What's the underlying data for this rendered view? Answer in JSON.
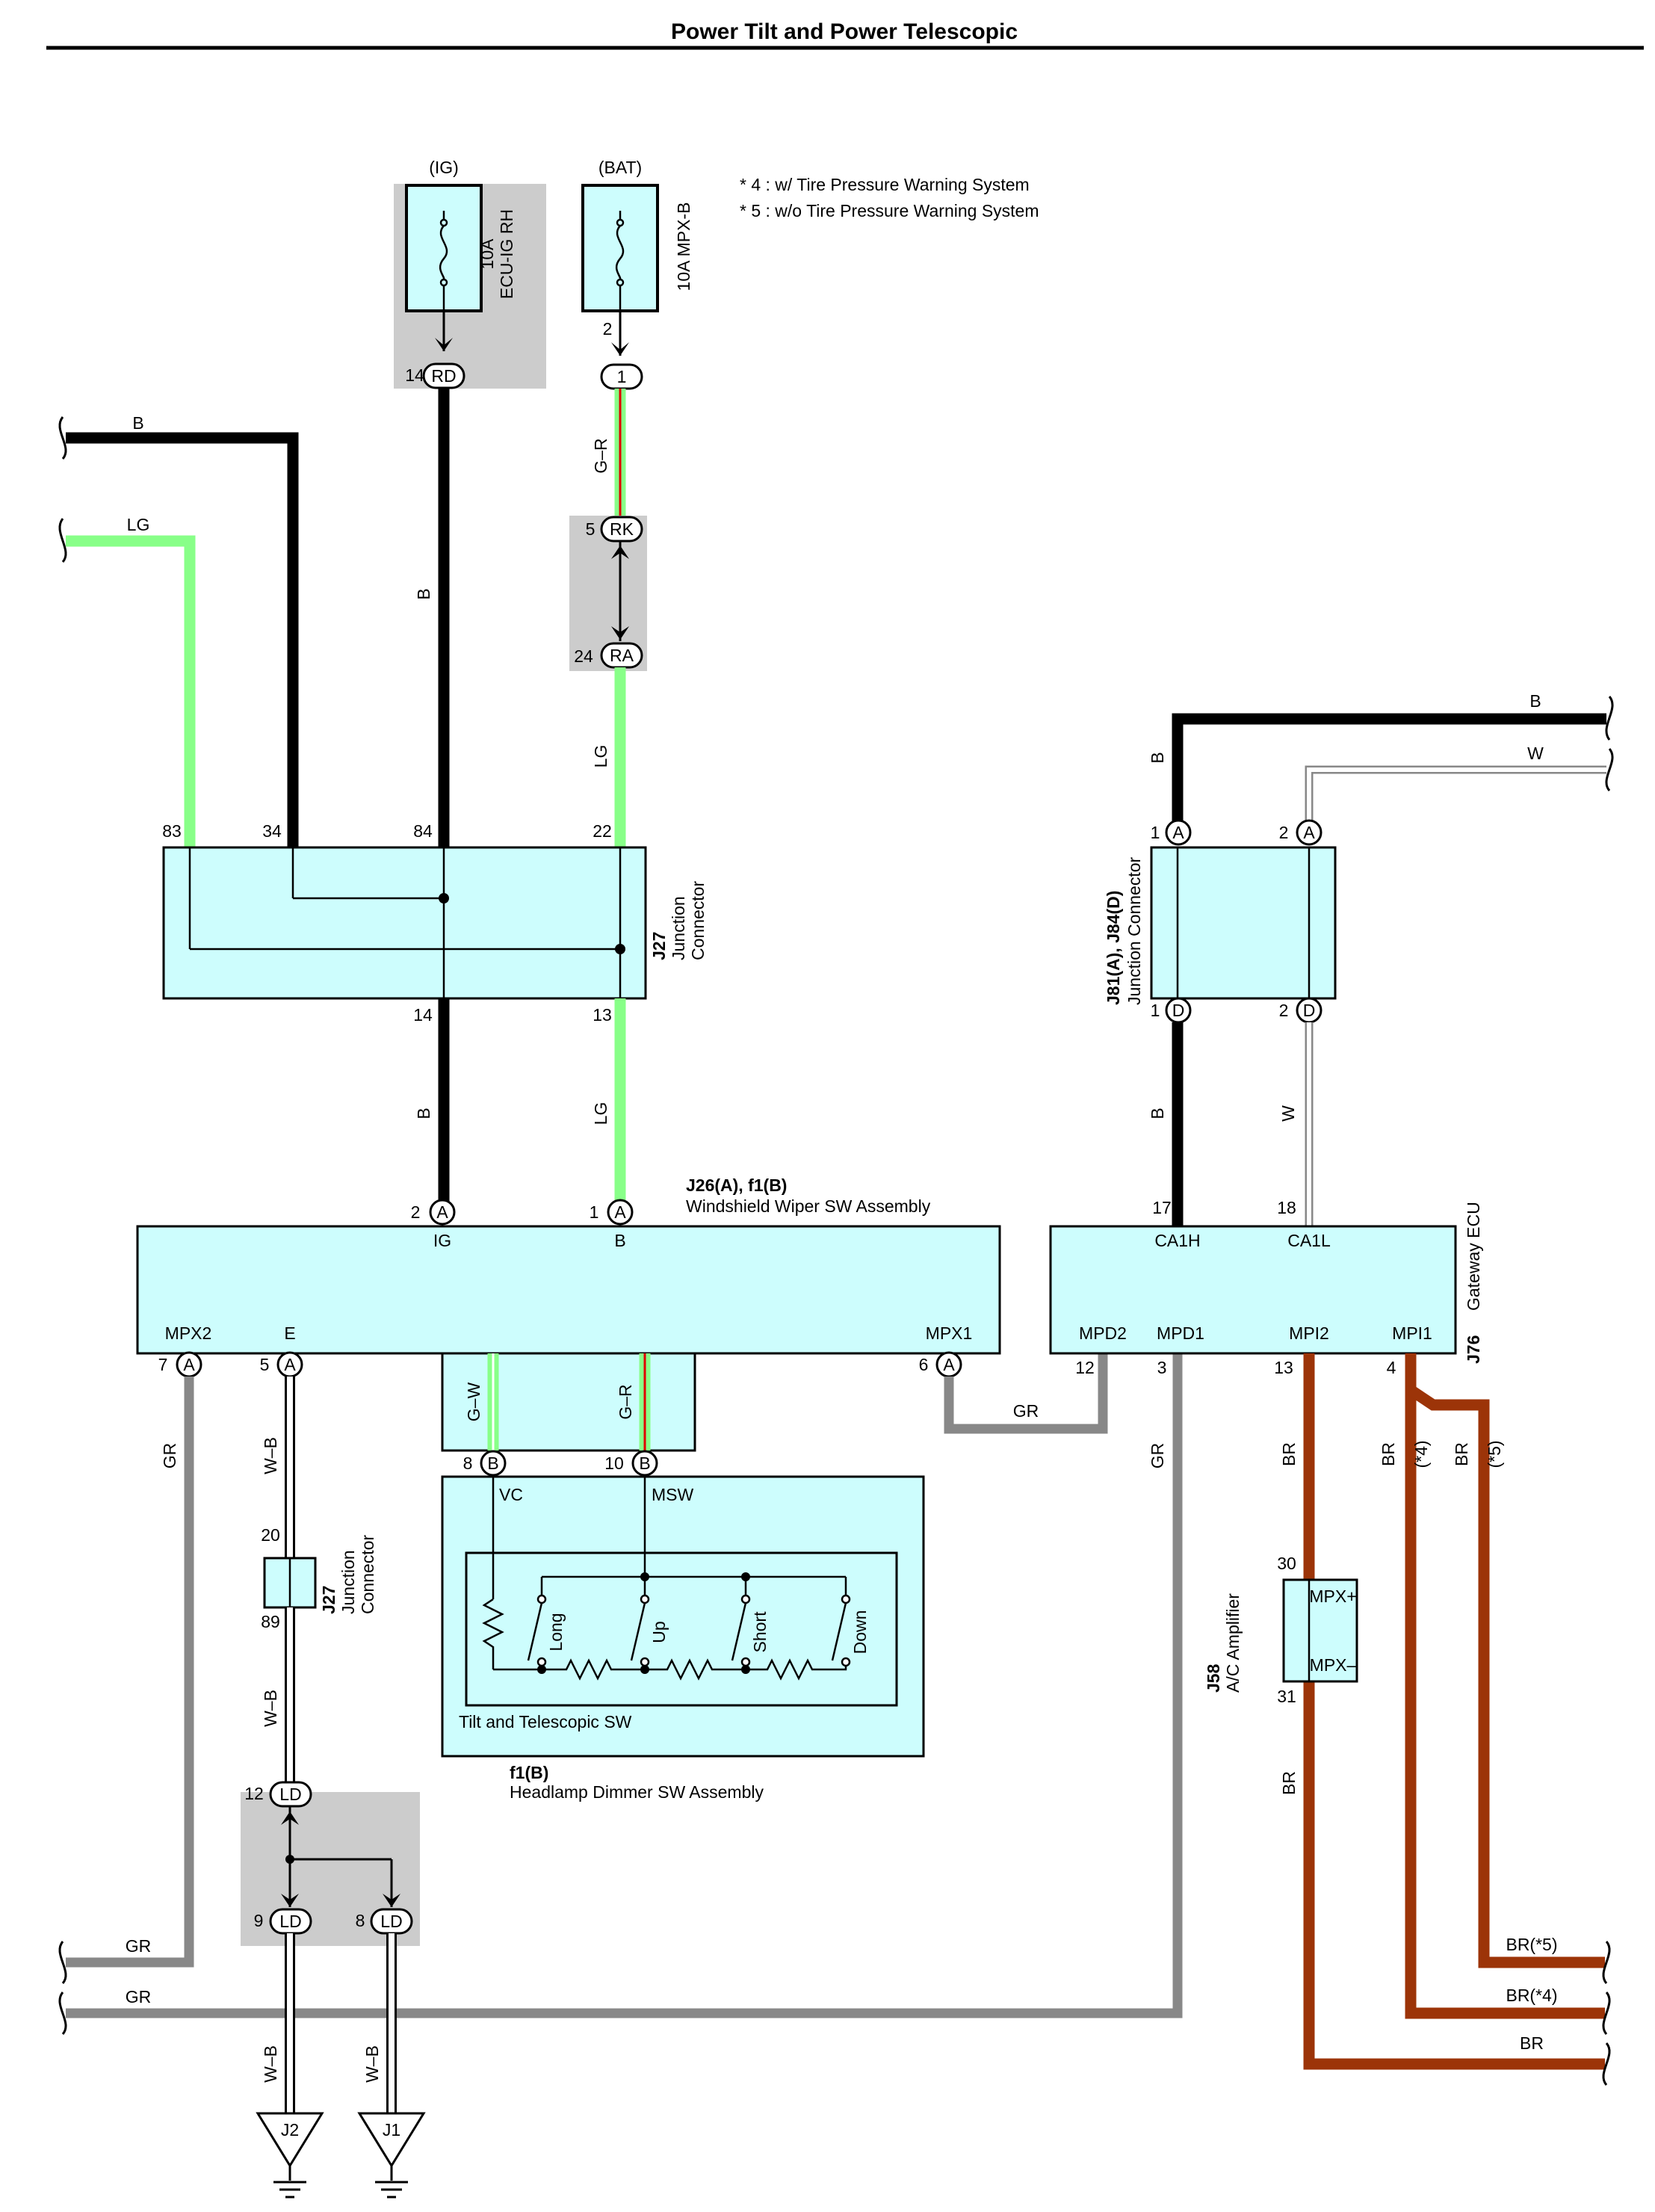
{
  "page": {
    "title": "Power Tilt and Power Telescopic"
  },
  "notes": [
    "* 4 : w/ Tire Pressure Warning System",
    "* 5 : w/o Tire Pressure Warning System"
  ],
  "fuses": [
    {
      "supply": "(IG)",
      "rating": "10A",
      "name": "ECU-IG RH",
      "pin": "14",
      "connector": "RD"
    },
    {
      "supply": "(BAT)",
      "rating": "10A",
      "name": "MPX-B",
      "pin": "2",
      "connector": "1"
    }
  ],
  "inline_connectors": {
    "rk": {
      "pin": "5",
      "label": "RK"
    },
    "ra": {
      "pin": "24",
      "label": "RA"
    },
    "ld12": {
      "pin": "12",
      "label": "LD"
    },
    "ld9": {
      "pin": "9",
      "label": "LD"
    },
    "ld8": {
      "pin": "8",
      "label": "LD"
    }
  },
  "j27": {
    "id": "J27",
    "name_line1": "Junction",
    "name_line2": "Connector",
    "pins_top": [
      "83",
      "34",
      "84",
      "22"
    ],
    "pins_bottom": [
      "14",
      "13"
    ]
  },
  "j27b": {
    "id": "J27",
    "name_line1": "Junction",
    "name_line2": "Connector",
    "pin_top": "20",
    "pin_bottom": "89"
  },
  "j81": {
    "id": "J81(A), J84(D)",
    "name": "Junction Connector",
    "pins_top": [
      {
        "num": "1",
        "conn": "A"
      },
      {
        "num": "2",
        "conn": "A"
      }
    ],
    "pins_bottom": [
      {
        "num": "1",
        "conn": "D"
      },
      {
        "num": "2",
        "conn": "D"
      }
    ]
  },
  "wiper": {
    "id": "J26(A), f1(B)",
    "name": "Windshield Wiper SW Assembly",
    "terminals": [
      "IG",
      "B",
      "MPX2",
      "E",
      "MPX1"
    ],
    "pins": [
      {
        "num": "2",
        "conn": "A"
      },
      {
        "num": "1",
        "conn": "A"
      },
      {
        "num": "7",
        "conn": "A"
      },
      {
        "num": "5",
        "conn": "A"
      },
      {
        "num": "6",
        "conn": "A"
      },
      {
        "num": "8",
        "conn": "B"
      },
      {
        "num": "10",
        "conn": "B"
      }
    ]
  },
  "headlamp": {
    "id": "f1(B)",
    "name": "Headlamp Dimmer SW Assembly",
    "terminals": [
      "VC",
      "MSW"
    ],
    "switch_name": "Tilt and Telescopic SW",
    "switches": [
      "Long",
      "Up",
      "Short",
      "Down"
    ]
  },
  "gateway": {
    "id": "J76",
    "name": "Gateway ECU",
    "terminals": [
      "CA1H",
      "CA1L",
      "MPD2",
      "MPD1",
      "MPI2",
      "MPI1"
    ],
    "pins": [
      "17",
      "18",
      "12",
      "3",
      "13",
      "4"
    ]
  },
  "ac_amp": {
    "id": "J58",
    "name": "A/C Amplifier",
    "terminals": [
      "MPX+",
      "MPX–"
    ],
    "pins": [
      "30",
      "31"
    ]
  },
  "grounds": [
    "J2",
    "J1"
  ],
  "wire_labels": {
    "b": "B",
    "lg": "LG",
    "gr_red": "G–R",
    "w": "W",
    "gr": "GR",
    "wb": "W–B",
    "gw": "G–W",
    "br": "BR",
    "star4": "(*4)",
    "star5": "(*5)",
    "br_star5": "BR(*5)",
    "br_star4": "BR(*4)"
  },
  "colors": {
    "black_wire": "#000000",
    "lg_wire": "#88ff88",
    "gray_wire": "#888888",
    "brown_wire": "#9c3408",
    "red_stripe": "#e00000",
    "component_fill": "#cdfdfd",
    "splice_fill": "#cccccc"
  }
}
